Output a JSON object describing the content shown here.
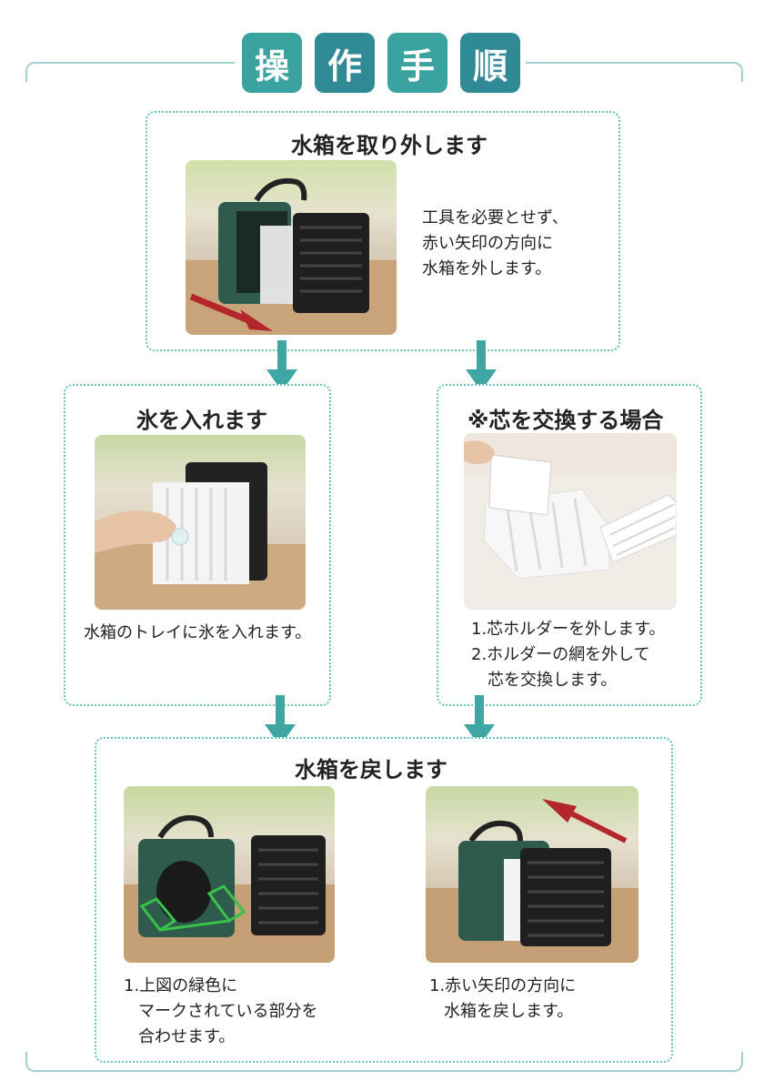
{
  "header": {
    "title_chars": [
      "操",
      "作",
      "手",
      "順"
    ],
    "char_colors": [
      "#3aa39f",
      "#2f8a96",
      "#3aa39f",
      "#2f8a96"
    ]
  },
  "step1": {
    "title": "水箱を取り外します",
    "lines": [
      "工具を必要とせず、",
      "赤い矢印の方向に",
      "水箱を外します。"
    ]
  },
  "step2": {
    "title": "氷を入れます",
    "lines": [
      "水箱のトレイに氷を入れます。"
    ]
  },
  "step3": {
    "title": "※芯を交換する場合",
    "lines": [
      "1.芯ホルダーを外します。",
      "2.ホルダーの網を外して",
      "芯を交換します。"
    ]
  },
  "step4": {
    "title": "水箱を戻します",
    "left_lines": [
      "1.上図の緑色に",
      "マークされている部分を",
      "合わせます。"
    ],
    "right_lines": [
      "1.赤い矢印の方向に",
      "水箱を戻します。"
    ]
  },
  "colors": {
    "accent": "#3fa6a3",
    "device_green": "#2e5b4c",
    "arrow_red": "#b3262b",
    "highlight_green": "#39c24a"
  }
}
